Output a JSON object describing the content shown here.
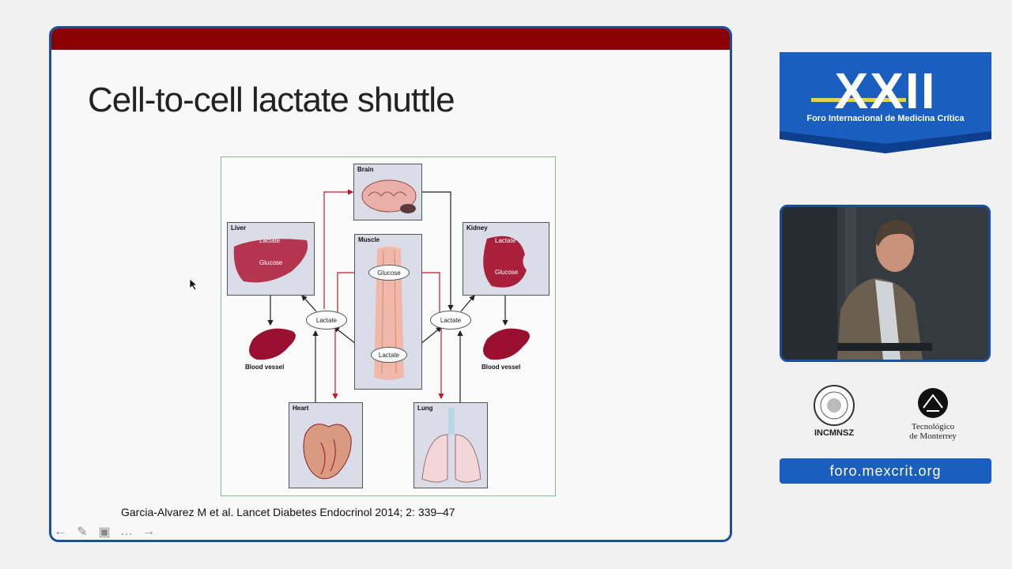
{
  "slide": {
    "title": "Cell-to-cell lactate shuttle",
    "citation": "Garcia-Alvarez M et al. Lancet Diabetes Endocrinol 2014; 2: 339–47",
    "figure": {
      "organs": {
        "brain": "Brain",
        "liver": "Liver",
        "muscle": "Muscle",
        "kidney": "Kidney",
        "heart": "Heart",
        "lung": "Lung"
      },
      "nodes": {
        "lactate_left": "Lactate",
        "lactate_right": "Lactate",
        "glucose_muscle": "Glucose",
        "lactate_muscle": "Lactate",
        "liver_lactate": "Lactate",
        "liver_glucose": "Glucose",
        "kidney_lactate": "Lactate",
        "kidney_glucose": "Glucose"
      },
      "vessels": {
        "left": "Blood vessel",
        "right": "Blood vessel"
      }
    },
    "toolbar": [
      "back-icon",
      "pen-icon",
      "screen-icon",
      "more-icon",
      "forward-icon"
    ]
  },
  "branding": {
    "event_numeral": "XXII",
    "event_name": "Foro Internacional de Medicina Crítica",
    "institution_1": "INCMNSZ",
    "institution_2_line1": "Tecnológico",
    "institution_2_line2": "de Monterrey",
    "website": "foro.mexcrit.org"
  },
  "colors": {
    "slide_bar": "#8b0000",
    "frame_border": "#1a4fa0",
    "brand_blue": "#1a5fc0",
    "arrow_red": "#c0182a"
  }
}
